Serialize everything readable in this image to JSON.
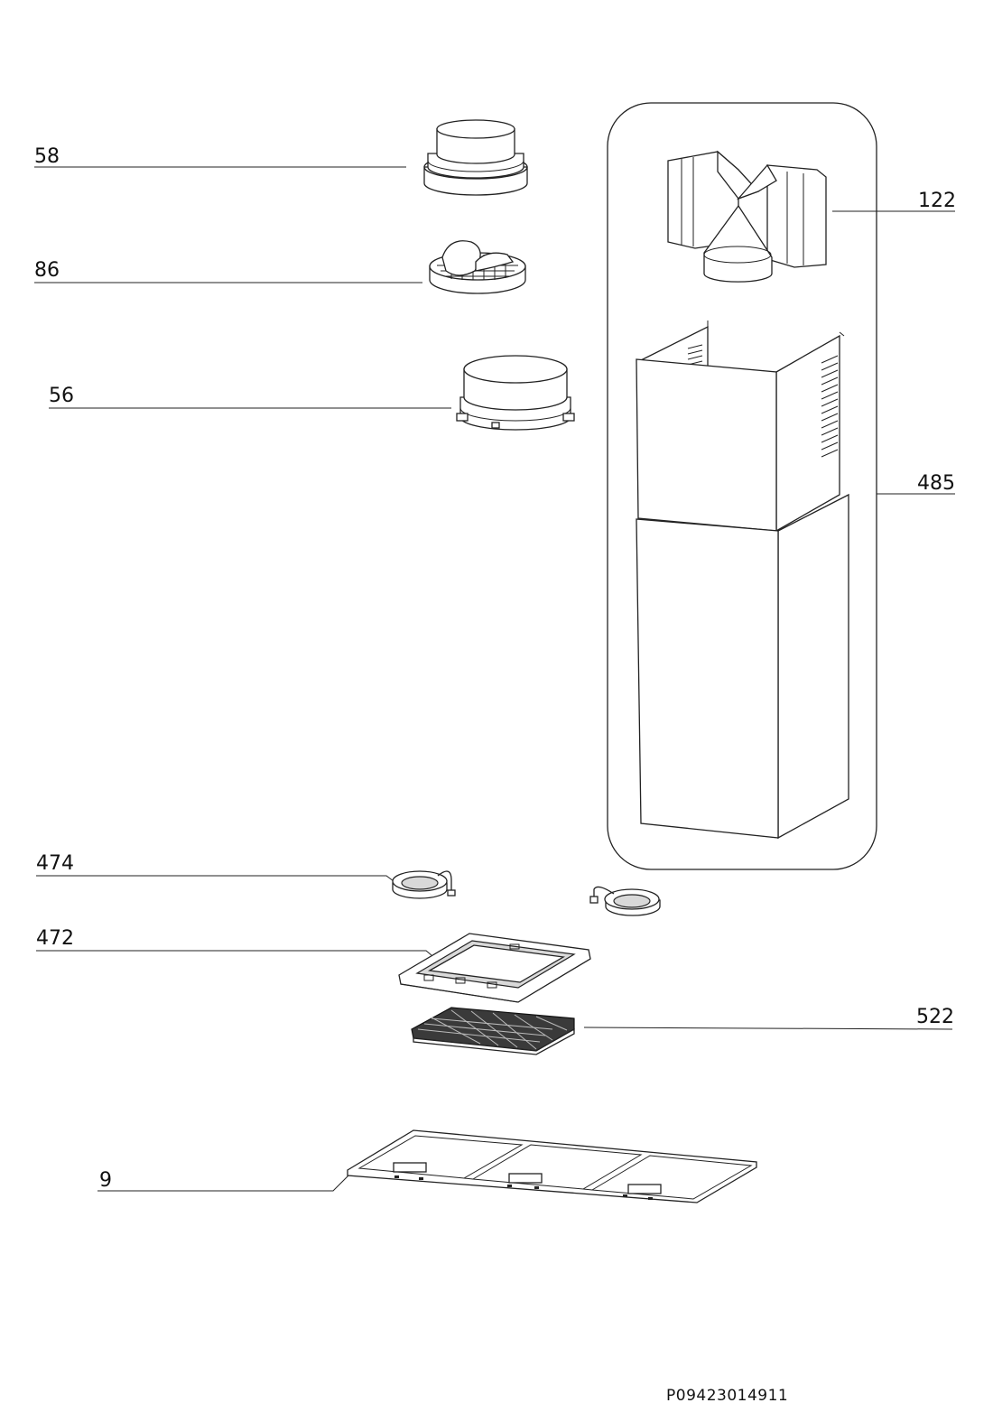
{
  "labels": {
    "p58": "58",
    "p86": "86",
    "p56": "56",
    "p122": "122",
    "p485": "485",
    "p474": "474",
    "p472": "472",
    "p522": "522",
    "p9": "9"
  },
  "document_code": "P09423014911"
}
